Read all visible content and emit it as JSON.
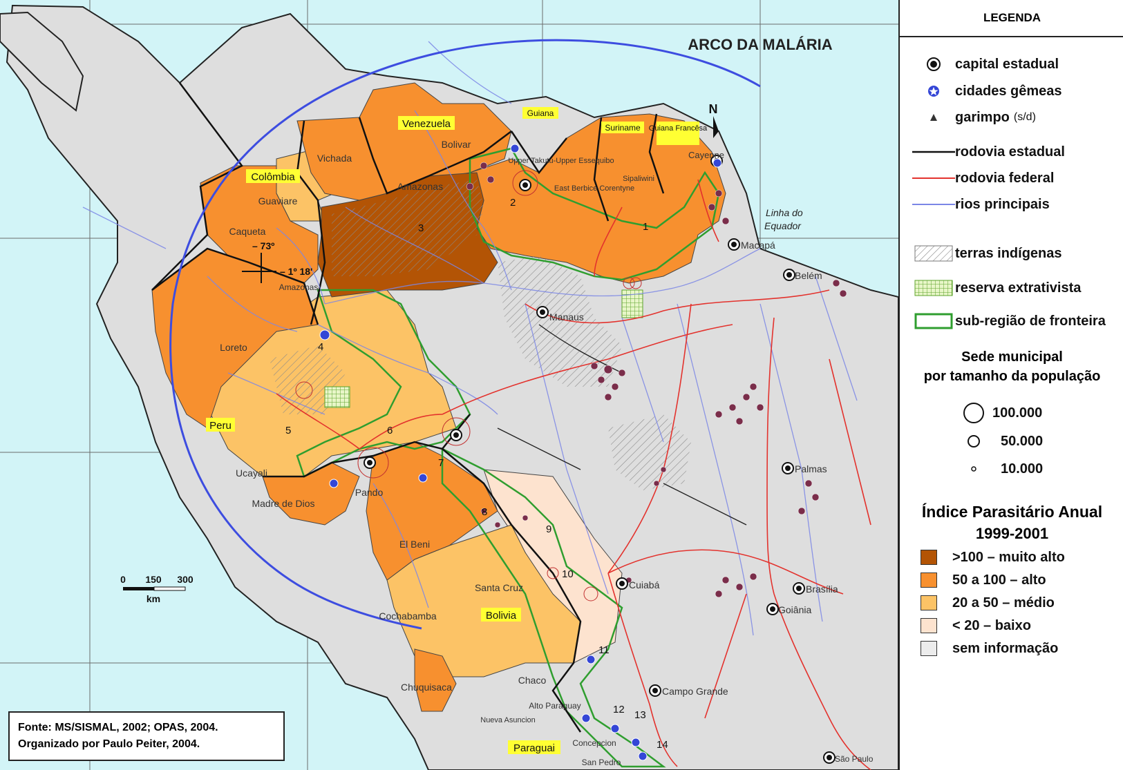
{
  "title": "ARCO DA MALÁRIA",
  "north": "N",
  "equator": [
    "Linha do",
    "Equador"
  ],
  "coords": [
    "– 73º",
    "– 1º 18'"
  ],
  "scale": {
    "ticks": [
      "0",
      "150",
      "300"
    ],
    "unit": "km"
  },
  "source": [
    "Fonte: MS/SISMAL, 2002; OPAS, 2004.",
    "Organizado por Paulo Peiter, 2004."
  ],
  "countries": [
    "Venezuela",
    "Guiana",
    "Suriname",
    "Guiana Francêsa",
    "Colômbia",
    "Peru",
    "Bolivia",
    "Paraguai"
  ],
  "regions": [
    "Bolivar",
    "Amazonas",
    "Vichada",
    "Guaviare",
    "Caqueta",
    "Amazonas",
    "Loreto",
    "Ucayali",
    "Madre de Dios",
    "Pando",
    "El Beni",
    "Santa Cruz",
    "Cochabamba",
    "Chuquisaca",
    "Chaco",
    "Alto Paraguay",
    "Nueva Asuncion",
    "Concepcion",
    "San Pedro",
    "Upper Takutu-Upper Essequibo",
    "East Berbice Corentyne",
    "Sipaliwini",
    "Cayenne"
  ],
  "cities": [
    "Macapá",
    "Belém",
    "Manaus",
    "Palmas",
    "Cuiabá",
    "Brasília",
    "Goiânia",
    "Campo Grande",
    "São Paulo"
  ],
  "numbers": [
    "1",
    "2",
    "3",
    "4",
    "5",
    "6",
    "7",
    "8",
    "9",
    "10",
    "11",
    "12",
    "13",
    "14"
  ],
  "legend": {
    "title": "LEGENDA",
    "items": [
      {
        "label": "capital estadual"
      },
      {
        "label": "cidades gêmeas"
      },
      {
        "label": "garimpo",
        "note": "(s/d)"
      },
      {
        "label": "rodovia estadual"
      },
      {
        "label": "rodovia federal"
      },
      {
        "label": "rios principais"
      },
      {
        "label": "terras indígenas"
      },
      {
        "label": "reserva extrativista"
      },
      {
        "label": "sub-região de fronteira"
      }
    ],
    "pop_title": [
      "Sede municipal",
      "por tamanho da população"
    ],
    "pop_sizes": [
      "100.000",
      "50.000",
      "10.000"
    ],
    "ipa_title": [
      "Índice Parasitário Anual",
      "1999-2001"
    ],
    "ipa_classes": [
      {
        "label": ">100 – muito alto",
        "color": "#b35405"
      },
      {
        "label": "50 a 100 – alto",
        "color": "#f7902f"
      },
      {
        "label": "20 a 50 – médio",
        "color": "#fcc366"
      },
      {
        "label": "< 20 – baixo",
        "color": "#fde3cf"
      },
      {
        "label": "sem informação",
        "color": "#ececec"
      }
    ]
  }
}
